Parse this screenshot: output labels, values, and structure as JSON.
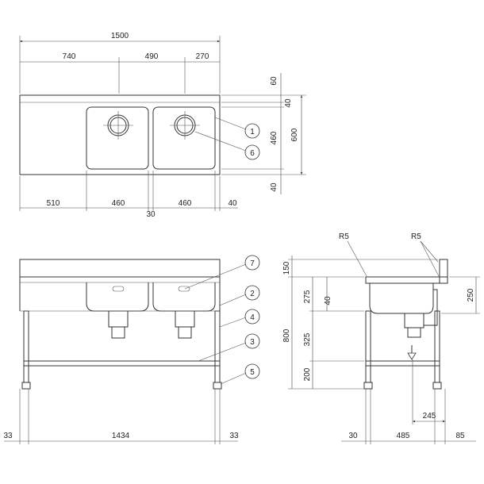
{
  "plan_dims": {
    "overall": "1500",
    "seg_a": "740",
    "seg_b": "490",
    "seg_c": "270",
    "bottom_a": "510",
    "bottom_b": "460",
    "bottom_c": "460",
    "bottom_d": "40",
    "bottom_e": "30",
    "right_a": "60",
    "right_b": "40",
    "right_c": "460",
    "right_d": "40",
    "right_total": "600"
  },
  "front_dims": {
    "left": "33",
    "mid": "1434",
    "right": "33"
  },
  "side_dims": {
    "backsplash": "150",
    "h1": "275",
    "h1_inner": "40",
    "h2": "325",
    "h3": "200",
    "total": "800",
    "right_250": "250",
    "r5_left": "R5",
    "r5_right": "R5",
    "drain_245": "245",
    "bottom_30": "30",
    "bottom_485": "485",
    "bottom_85": "85"
  },
  "callouts": [
    "1",
    "6",
    "7",
    "2",
    "4",
    "3",
    "5"
  ]
}
